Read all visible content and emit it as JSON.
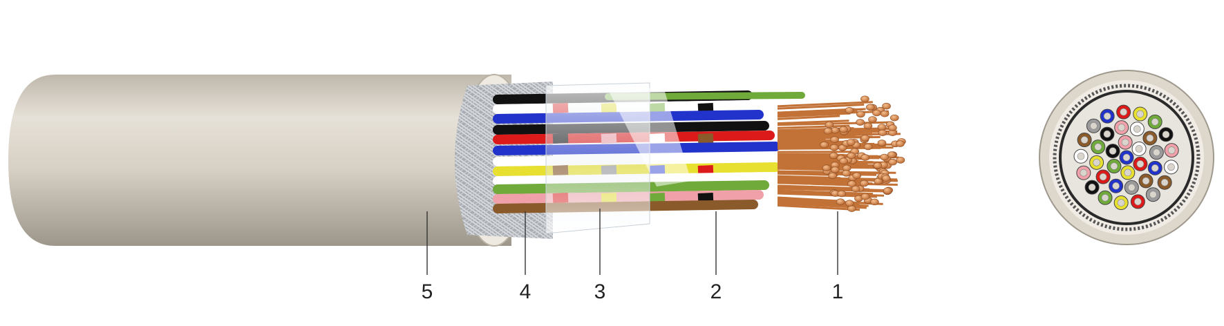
{
  "diagram": {
    "colors": {
      "jacket": "#d8d2c7",
      "jacket_shadow": "#a8a195",
      "braid": "#b5b8bc",
      "copper": "#c9773c",
      "callout_line": "#333333",
      "wire_colors": [
        "#2233cc",
        "#dd1a1a",
        "#e8e030",
        "#6faa3a",
        "#111111",
        "#f0a0a8",
        "#ffffff",
        "#8b5a2b",
        "#9b9b9b"
      ]
    },
    "callouts": [
      {
        "number": "1",
        "part": "copper-conductors"
      },
      {
        "number": "2",
        "part": "core-insulation"
      },
      {
        "number": "3",
        "part": "foil-wrap"
      },
      {
        "number": "4",
        "part": "braided-screen"
      },
      {
        "number": "5",
        "part": "outer-sheath"
      }
    ]
  }
}
